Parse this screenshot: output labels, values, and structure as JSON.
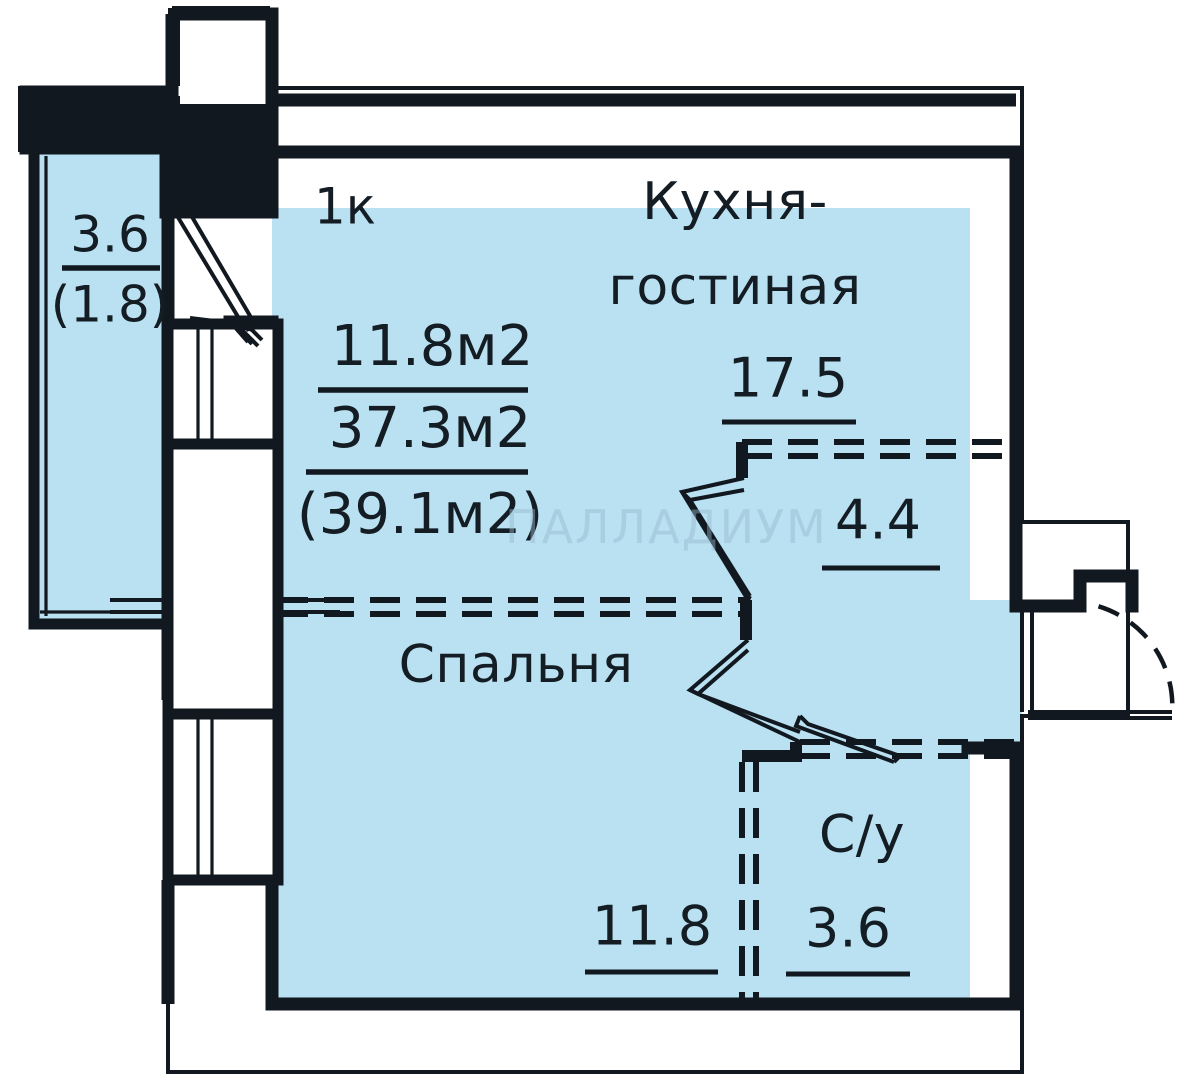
{
  "plan": {
    "apartment_type": "1к",
    "areas": {
      "living_area": "11.8м2",
      "total_area": "37.3м2",
      "total_with_balcony": "(39.1м2)"
    },
    "watermark": "ПАЛЛАДИУМ"
  },
  "rooms": [
    {
      "key": "balcony",
      "name": "",
      "area": "3.6",
      "area_reduced": "(1.8)"
    },
    {
      "key": "kitchen_living",
      "name_line1": "Кухня-",
      "name_line2": "гостиная",
      "area": "17.5"
    },
    {
      "key": "hall",
      "name": "",
      "area": "4.4"
    },
    {
      "key": "bedroom",
      "name": "Спальня",
      "area": "11.8"
    },
    {
      "key": "bathroom",
      "name": "С/у",
      "area": "3.6"
    }
  ],
  "colors": {
    "room_fill": "#b9e1f2",
    "wall": "#11181f",
    "background": "#ffffff"
  }
}
